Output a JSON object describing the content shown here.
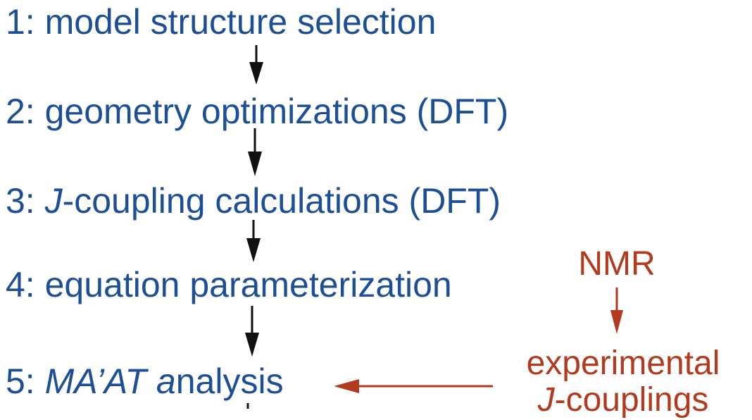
{
  "steps": [
    {
      "prefix": "1: ",
      "italic": "",
      "text": "model structure selection"
    },
    {
      "prefix": "2: ",
      "italic": "",
      "text": "geometry optimizations (DFT)"
    },
    {
      "prefix": "3: ",
      "italic": "J",
      "text": "-coupling calculations (DFT)"
    },
    {
      "prefix": "4: ",
      "italic": "",
      "text": "equation parameterization"
    },
    {
      "prefix": "5: ",
      "italic": "MA’AT a",
      "text": "nalysis"
    }
  ],
  "side": {
    "nmr": "NMR",
    "experimental": "experimental",
    "j_italic": "J",
    "couplings": "-couplings"
  },
  "colors": {
    "step_text": "#1d4f96",
    "side_text": "#b23a1e",
    "flow_arrow": "#111111",
    "side_arrow": "#b23a1e"
  }
}
